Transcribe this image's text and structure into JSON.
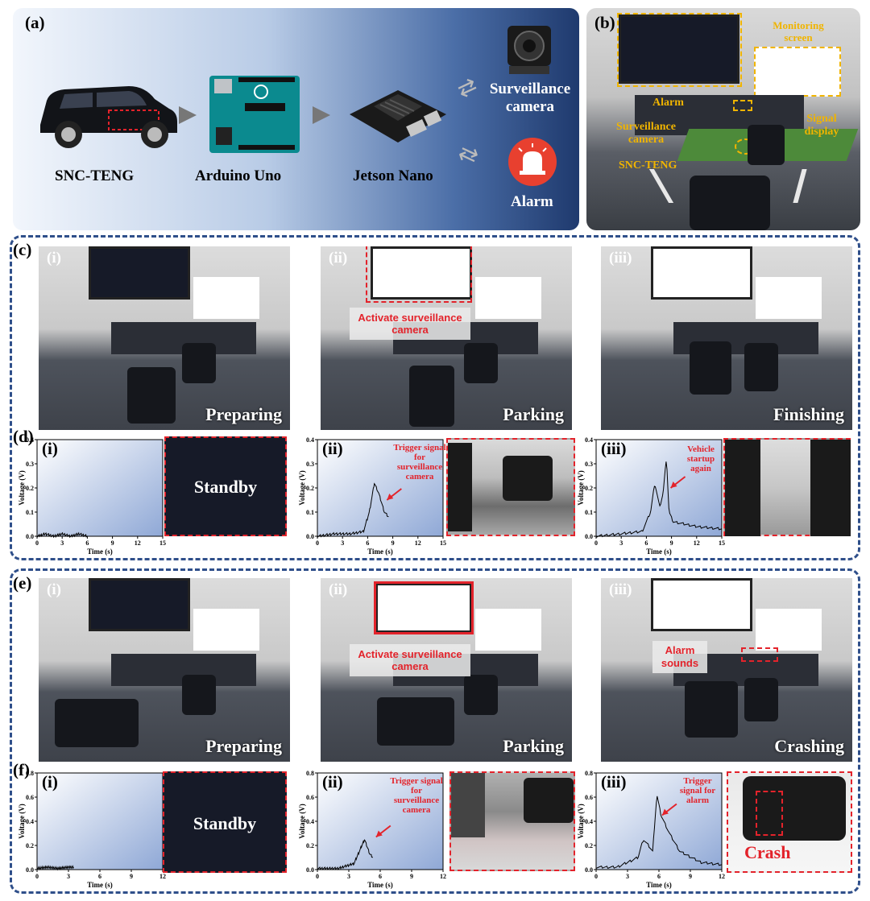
{
  "panel_a": {
    "label": "(a)",
    "items": [
      "SNC-TENG",
      "Arduino Uno",
      "Jetson Nano",
      "Surveillance camera",
      "Alarm"
    ]
  },
  "panel_b": {
    "label": "(b)",
    "annotations": [
      "Monitoring screen",
      "Alarm",
      "Signal display",
      "Surveillance camera",
      "SNC-TENG"
    ]
  },
  "panel_c": {
    "label": "(c)",
    "sub": [
      "(i)",
      "(ii)",
      "(iii)"
    ],
    "stages": [
      "Preparing",
      "Parking",
      "Finishing"
    ],
    "overlay": "Activate surveillance camera"
  },
  "panel_d": {
    "label": "(d)",
    "sub": [
      "(i)",
      "(ii)",
      "(iii)"
    ],
    "ylabel": "Voltage (V)",
    "xlabel": "Time (s)",
    "standby": "Standby",
    "note_ii": "Trigger signal for surveillance camera",
    "note_iii": "Vehicle startup again"
  },
  "panel_e": {
    "label": "(e)",
    "sub": [
      "(i)",
      "(ii)",
      "(iii)"
    ],
    "stages": [
      "Preparing",
      "Parking",
      "Crashing"
    ],
    "overlay": "Activate surveillance camera",
    "alarm_note": "Alarm sounds"
  },
  "panel_f": {
    "label": "(f)",
    "sub": [
      "(i)",
      "(ii)",
      "(iii)"
    ],
    "ylabel": "Voltage (V)",
    "xlabel": "Time (s)",
    "standby": "Standby",
    "note_ii": "Trigger signal for surveillance camera",
    "note_iii": "Trigger signal for alarm",
    "crash": "Crash"
  },
  "chart_data": [
    {
      "type": "line",
      "panel": "d-i",
      "xlabel": "Time (s)",
      "ylabel": "Voltage (V)",
      "xlim": [
        0,
        15
      ],
      "ylim": [
        0,
        0.4
      ],
      "xticks": [
        0,
        3,
        6,
        9,
        12,
        15
      ],
      "yticks": [
        0.0,
        0.1,
        0.2,
        0.3,
        0.4
      ],
      "x": [
        0,
        1,
        2,
        3,
        4,
        5,
        6
      ],
      "y": [
        0.0,
        0.01,
        0.0,
        0.01,
        0.0,
        0.01,
        0.0
      ]
    },
    {
      "type": "line",
      "panel": "d-ii",
      "xlabel": "Time (s)",
      "ylabel": "Voltage (V)",
      "xlim": [
        0,
        15
      ],
      "ylim": [
        0,
        0.4
      ],
      "xticks": [
        0,
        3,
        6,
        9,
        12,
        15
      ],
      "yticks": [
        0.0,
        0.1,
        0.2,
        0.3,
        0.4
      ],
      "x": [
        0,
        2,
        4,
        5.5,
        6.2,
        6.8,
        7.3,
        8,
        8.5
      ],
      "y": [
        0.0,
        0.01,
        0.01,
        0.02,
        0.1,
        0.22,
        0.18,
        0.1,
        0.08
      ]
    },
    {
      "type": "line",
      "panel": "d-iii",
      "xlabel": "Time (s)",
      "ylabel": "Voltage (V)",
      "xlim": [
        0,
        15
      ],
      "ylim": [
        0,
        0.4
      ],
      "xticks": [
        0,
        3,
        6,
        9,
        12,
        15
      ],
      "yticks": [
        0.0,
        0.1,
        0.2,
        0.3,
        0.4
      ],
      "x": [
        0,
        3,
        5.5,
        6.5,
        7,
        7.6,
        8,
        8.4,
        8.7,
        9.2,
        12,
        15
      ],
      "y": [
        0.0,
        0.01,
        0.02,
        0.1,
        0.22,
        0.12,
        0.18,
        0.33,
        0.1,
        0.06,
        0.04,
        0.03
      ]
    },
    {
      "type": "line",
      "panel": "f-i",
      "xlabel": "Time (s)",
      "ylabel": "Voltage (V)",
      "xlim": [
        0,
        12
      ],
      "ylim": [
        0,
        0.8
      ],
      "xticks": [
        0,
        3,
        6,
        9,
        12
      ],
      "yticks": [
        0.0,
        0.2,
        0.4,
        0.6,
        0.8
      ],
      "x": [
        0,
        1,
        2,
        3,
        3.5
      ],
      "y": [
        0.01,
        0.02,
        0.01,
        0.02,
        0.02
      ]
    },
    {
      "type": "line",
      "panel": "f-ii",
      "xlabel": "Time (s)",
      "ylabel": "Voltage (V)",
      "xlim": [
        0,
        12
      ],
      "ylim": [
        0,
        0.8
      ],
      "xticks": [
        0,
        3,
        6,
        9,
        12
      ],
      "yticks": [
        0.0,
        0.2,
        0.4,
        0.6,
        0.8
      ],
      "x": [
        0,
        2,
        3.5,
        4,
        4.5,
        5,
        5.3
      ],
      "y": [
        0.01,
        0.01,
        0.05,
        0.15,
        0.25,
        0.13,
        0.1
      ]
    },
    {
      "type": "line",
      "panel": "f-iii",
      "xlabel": "Time (s)",
      "ylabel": "Voltage (V)",
      "xlim": [
        0,
        12
      ],
      "ylim": [
        0,
        0.8
      ],
      "xticks": [
        0,
        3,
        6,
        9,
        12
      ],
      "yticks": [
        0.0,
        0.2,
        0.4,
        0.6,
        0.8
      ],
      "x": [
        0,
        2,
        4,
        4.5,
        5,
        5.4,
        5.8,
        6.2,
        7,
        8,
        10,
        12
      ],
      "y": [
        0.02,
        0.02,
        0.1,
        0.25,
        0.2,
        0.15,
        0.62,
        0.45,
        0.3,
        0.15,
        0.06,
        0.04
      ]
    }
  ]
}
